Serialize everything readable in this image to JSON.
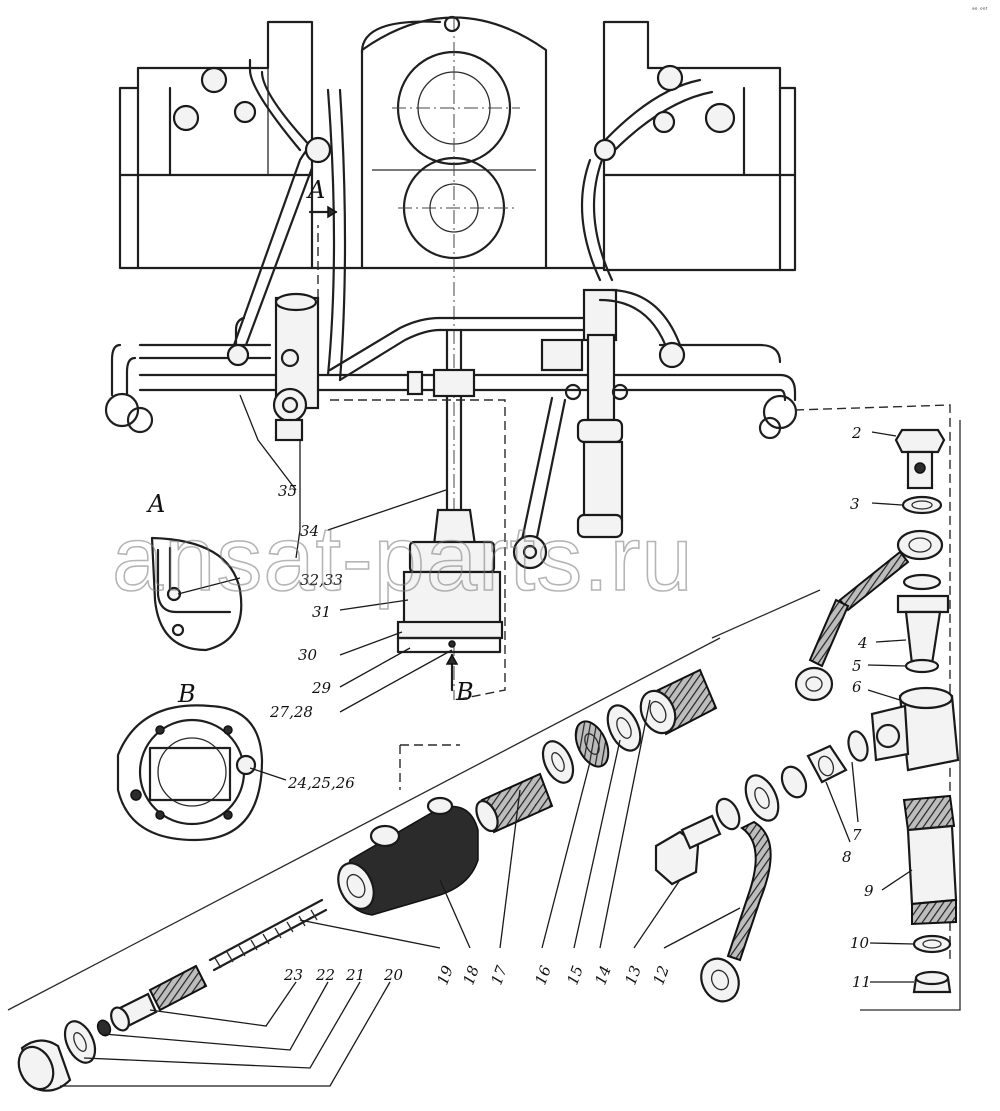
{
  "watermark": "ansat-parts.ru",
  "corner_mark": "ᵃᵒ ᵒᵒᵗ",
  "view_labels": {
    "A_top": "A",
    "A_detail": "A",
    "B_detail": "B",
    "B_arrow": "B"
  },
  "callouts": [
    "2",
    "3",
    "4",
    "5",
    "6",
    "7",
    "8",
    "9",
    "10",
    "11",
    "12",
    "13",
    "14",
    "15",
    "16",
    "17",
    "18",
    "19",
    "20",
    "21",
    "22",
    "23",
    "24,25,26",
    "27,28",
    "29",
    "30",
    "31",
    "32,33",
    "34",
    "35"
  ]
}
